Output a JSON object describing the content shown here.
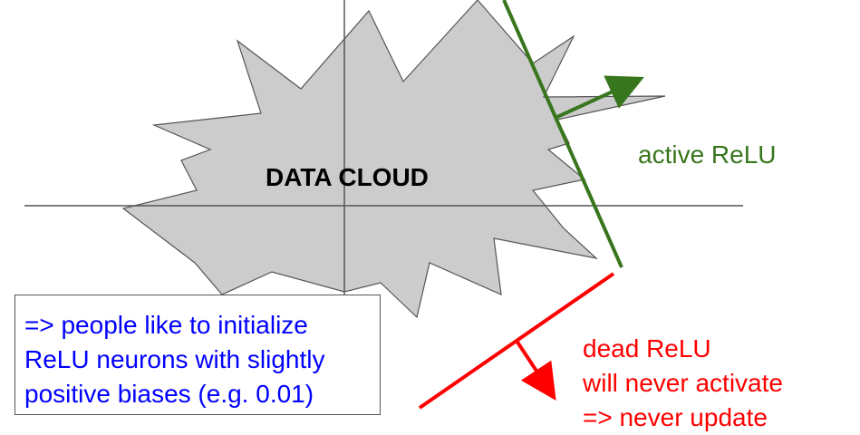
{
  "cloud": {
    "label": "DATA CLOUD"
  },
  "active": {
    "label": "active ReLU"
  },
  "dead": {
    "lines": [
      "dead ReLU",
      "will never activate",
      "=> never update"
    ]
  },
  "note": {
    "lines": [
      "=> people like to initialize",
      "ReLU neurons with slightly",
      "positive biases (e.g. 0.01)"
    ]
  },
  "colors": {
    "cloud_fill": "#cccccc",
    "cloud_stroke": "#555555",
    "active": "#38761d",
    "dead": "#ff0000",
    "note_text": "#0000ff",
    "axes": "#555555"
  }
}
